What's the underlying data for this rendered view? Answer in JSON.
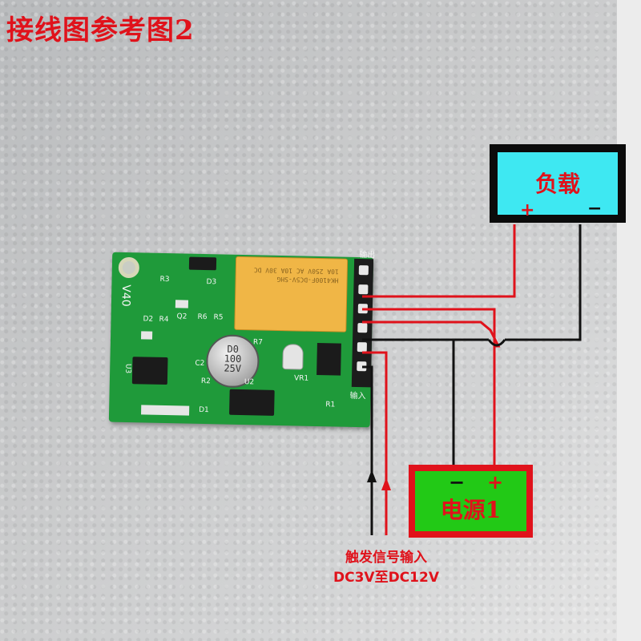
{
  "title": "接线图参考图2",
  "load": {
    "label": "负载",
    "plus": "+",
    "minus": "−"
  },
  "power": {
    "label": "电源1",
    "plus": "+",
    "minus": "−"
  },
  "trigger": {
    "line1": "触发信号输入",
    "line2": "DC3V至DC12V"
  },
  "board": {
    "version": "V40",
    "capacitor": {
      "line1": "D0",
      "line2": "100",
      "line3": "25V"
    },
    "relay_text": [
      "HK4100F-DC5V-SHG",
      "10A 250V AC  10A 30V DC"
    ],
    "labels": [
      "R3",
      "D3",
      "D2",
      "R4",
      "Q2",
      "R6",
      "R5",
      "R7",
      "C2",
      "U3",
      "R2",
      "U2",
      "D1",
      "R1",
      "VR1",
      "输出",
      "输入"
    ]
  },
  "colors": {
    "red": "#e0121b",
    "wire_black": "#111111",
    "load_fill": "#3ee8f2",
    "power_fill": "#22c916",
    "pcb": "#1f9a3a"
  }
}
